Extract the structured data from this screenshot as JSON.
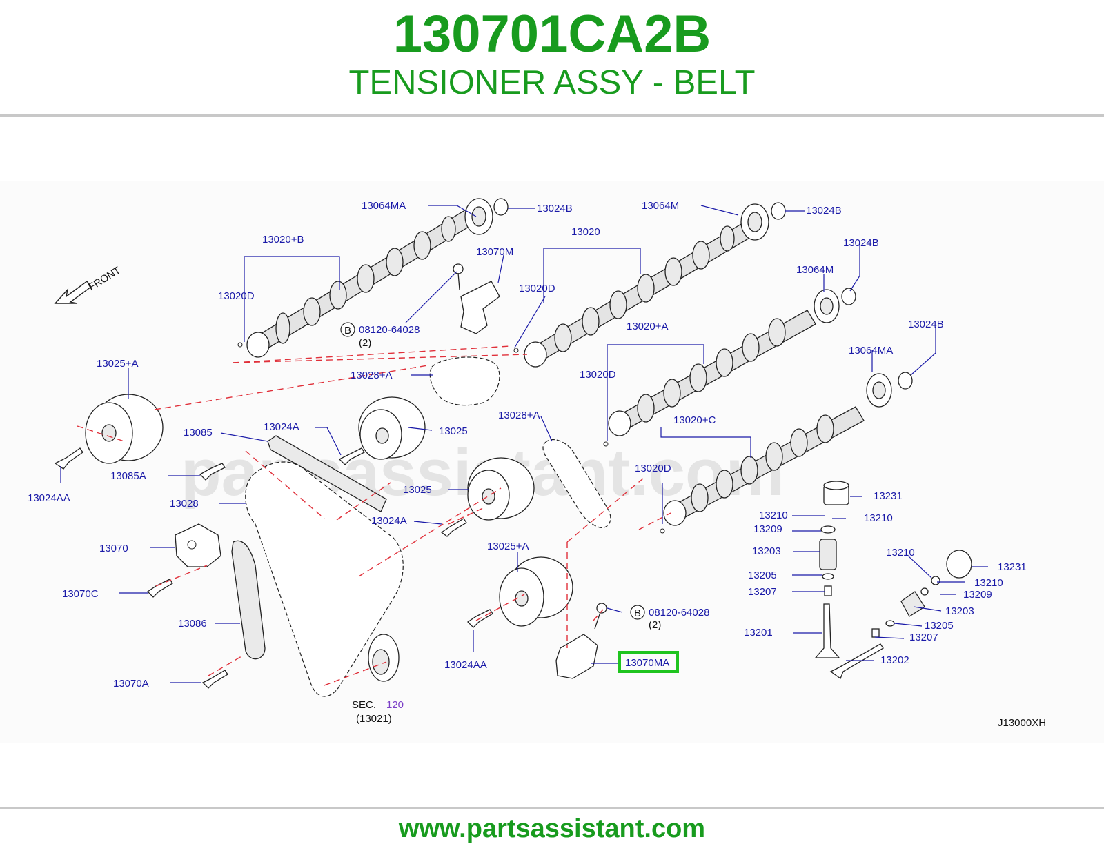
{
  "header": {
    "part_number": "130701CA2B",
    "part_name": "TENSIONER ASSY - BELT"
  },
  "footer": {
    "url": "www.partsassistant.com"
  },
  "diagram": {
    "watermark": "partsassistant.com",
    "figure_code": "J13000XH",
    "front_label": "FRONT",
    "bolt_symbol": "B",
    "highlighted_part": "13070MA",
    "labels": {
      "l_13064ma_top": "13064MA",
      "l_13024b_top1": "13024B",
      "l_13064m_top": "13064M",
      "l_13024b_top2": "13024B",
      "l_13020b": "13020+B",
      "l_13020": "13020",
      "l_13070m": "13070M",
      "l_13024b_mid": "13024B",
      "l_13064m_mid": "13064M",
      "l_13020d_a": "13020D",
      "l_13020d_b": "13020D",
      "l_bolt1_num": "08120-64028",
      "l_bolt1_qty": "(2)",
      "l_13020a": "13020+A",
      "l_13024b_right": "13024B",
      "l_13025a_top": "13025+A",
      "l_13028a_1": "13028+A",
      "l_13064ma_right": "13064MA",
      "l_13020d_c": "13020D",
      "l_13085": "13085",
      "l_13024a_1": "13024A",
      "l_13025_1": "13025",
      "l_13028a_2": "13028+A",
      "l_13020c": "13020+C",
      "l_13085a": "13085A",
      "l_13024aa_1": "13024AA",
      "l_13025_2": "13025",
      "l_13020d_d": "13020D",
      "l_13028": "13028",
      "l_13231_1": "13231",
      "l_13210_1": "13210",
      "l_13210_2": "13210",
      "l_13024a_2": "13024A",
      "l_13209_1": "13209",
      "l_13070": "13070",
      "l_13025a_bot": "13025+A",
      "l_13203_1": "13203",
      "l_13210_3": "13210",
      "l_13231_2": "13231",
      "l_13205_1": "13205",
      "l_13210_4": "13210",
      "l_13070c": "13070C",
      "l_13207_1": "13207",
      "l_13209_2": "13209",
      "l_13203_2": "13203",
      "l_bolt2_num": "08120-64028",
      "l_bolt2_qty": "(2)",
      "l_13086": "13086",
      "l_13205_2": "13205",
      "l_13201": "13201",
      "l_13207_2": "13207",
      "l_13024aa_2": "13024AA",
      "l_13202": "13202",
      "l_13070a": "13070A",
      "l_sec": "SEC.",
      "l_sec_num": "120",
      "l_13021": "(13021)"
    }
  }
}
